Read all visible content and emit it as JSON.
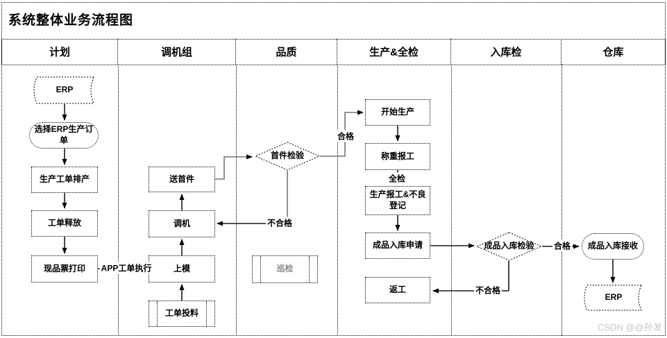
{
  "title": "系统整体业务流程图",
  "watermark": "CSDN @@孙发",
  "lanes": [
    {
      "label": "计划"
    },
    {
      "label": "调机组"
    },
    {
      "label": "品质"
    },
    {
      "label": "生产&全检"
    },
    {
      "label": "入库检"
    },
    {
      "label": "仓库"
    }
  ],
  "nodes": {
    "erp_source": {
      "label": "ERP",
      "shape": "stored-data"
    },
    "select_erp_order": {
      "label": "选择ERP生产订单",
      "shape": "terminator"
    },
    "schedule_work_order": {
      "label": "生产工单排产",
      "shape": "process"
    },
    "release_work_order": {
      "label": "工单释放",
      "shape": "process"
    },
    "print_item_ticket": {
      "label": "现品票打印",
      "shape": "process"
    },
    "send_first_article": {
      "label": "送首件",
      "shape": "process"
    },
    "adjust_machine": {
      "label": "调机",
      "shape": "process"
    },
    "mount_mold": {
      "label": "上模",
      "shape": "process"
    },
    "feed_work_order": {
      "label": "工单投料",
      "shape": "predefined-process"
    },
    "first_article_inspection": {
      "label": "首件检验",
      "shape": "decision"
    },
    "patrol_inspection": {
      "label": "巡检",
      "shape": "predefined-process"
    },
    "start_production": {
      "label": "开始生产",
      "shape": "process"
    },
    "weigh_report": {
      "label": "称重报工",
      "shape": "process"
    },
    "production_report_defect": {
      "label": "生产报工&不良登记",
      "shape": "process"
    },
    "inbound_request": {
      "label": "成品入库申请",
      "shape": "process"
    },
    "rework": {
      "label": "返工",
      "shape": "process"
    },
    "inbound_inspection": {
      "label": "成品入库检验",
      "shape": "decision"
    },
    "inbound_receive": {
      "label": "成品入库接收",
      "shape": "terminator"
    },
    "erp_target": {
      "label": "ERP",
      "shape": "stored-data"
    }
  },
  "edge_labels": {
    "app_execute": "APP工单执行",
    "first_pass": "合格",
    "first_fail": "不合格",
    "full_inspection": "全检",
    "inbound_pass": "合格",
    "inbound_fail": "不合格"
  },
  "colors": {
    "border": "#000000",
    "edge_black": "#1a1a1a",
    "edge_gray": "#737373",
    "watermark_gray": "#c6c6c6"
  }
}
